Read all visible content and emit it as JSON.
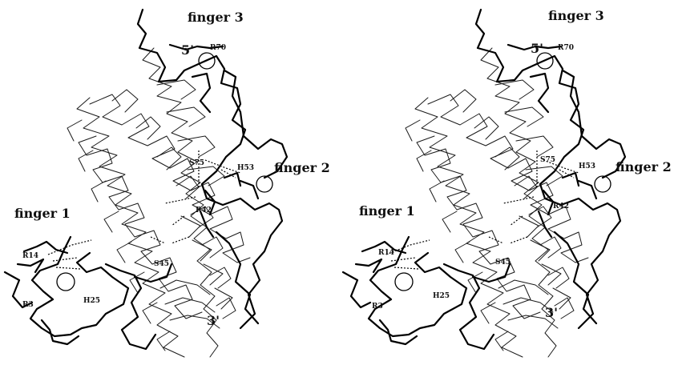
{
  "panels": [
    {
      "id": "left",
      "labels": {
        "finger3": "finger 3",
        "finger2": "finger 2",
        "finger1": "finger 1",
        "five_prime": "5'",
        "three_prime": "3'",
        "r70": "R70",
        "s75": "S75",
        "h53": "H53",
        "r42": "R42",
        "r14": "R14",
        "s45": "S45",
        "r3": "R3",
        "h25": "H25"
      }
    },
    {
      "id": "right",
      "labels": {
        "finger3": "finger 3",
        "finger2": "finger 2",
        "finger1": "finger 1",
        "five_prime": "5'",
        "three_prime": "3'",
        "r70": "R70",
        "s75": "S75",
        "h53": "H53",
        "r42": "R42",
        "r14": "R14",
        "s45": "S45",
        "r3": "R3",
        "h25": "H25"
      }
    }
  ]
}
